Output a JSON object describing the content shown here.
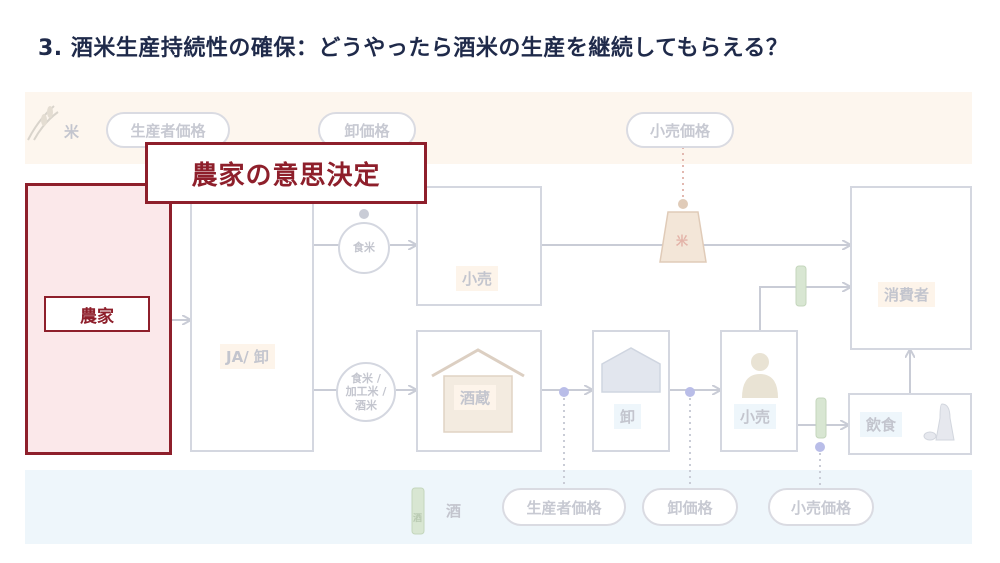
{
  "title": "3. 酒米生産持続性の確保：どうやったら酒米の生産を継続してもらえる？",
  "bands": {
    "rice_label": "米",
    "sake_label": "酒"
  },
  "price_tags": {
    "producer_price_top": "生産者価格",
    "wholesale_price_top": "卸価格",
    "retail_price_top": "小売価格",
    "producer_price_bottom": "生産者価格",
    "wholesale_price_bottom": "卸価格",
    "retail_price_bottom": "小売価格"
  },
  "decision_label": "農家の意思決定",
  "nodes": {
    "farmer": "農家",
    "ja": "JA/ 卸",
    "retail_top": "小売",
    "consumer": "消費者",
    "brewery": "酒蔵",
    "wholesale": "卸",
    "retail_bottom": "小売",
    "dining": "飲食"
  },
  "circles": {
    "food_rice": "食米",
    "mixed_line1": "食米 /",
    "mixed_line2": "加工米 /",
    "mixed_line3": "酒米"
  },
  "bag_label": "米",
  "bottle_label": "酒",
  "colors": {
    "accent": "#8e1f2b",
    "title": "#1f2a4a",
    "faint_line": "#d4d7e0",
    "farmer_bg": "#fbe8ea",
    "dot": "#b9bde8"
  }
}
